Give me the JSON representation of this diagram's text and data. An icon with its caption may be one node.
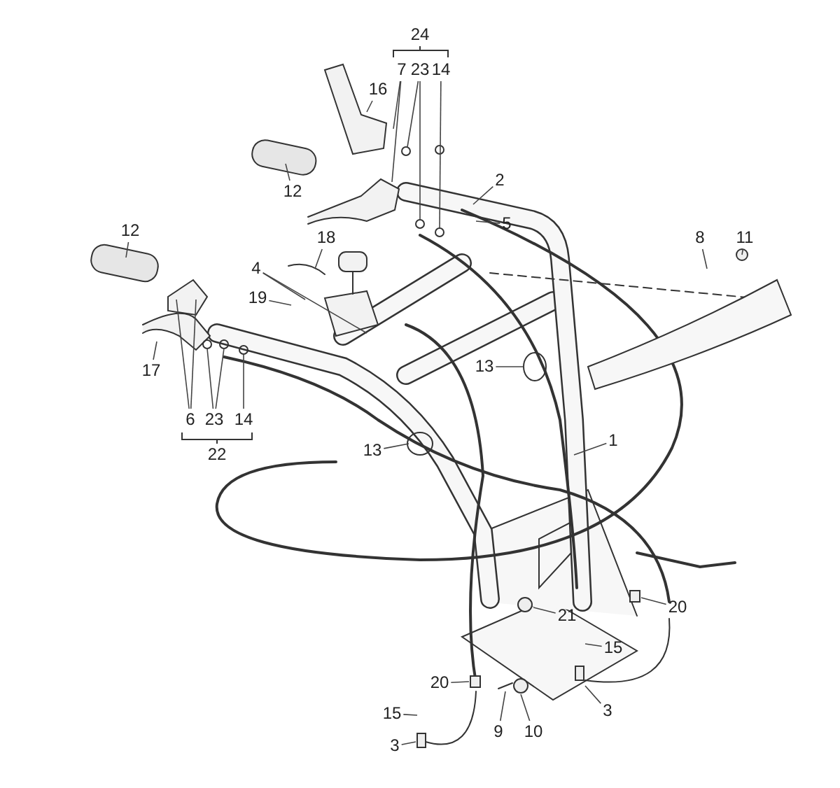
{
  "diagram": {
    "nodes": [
      {
        "text": [
          "7"
        ]
      },
      {
        "text": [
          "23"
        ]
      },
      {
        "text": [
          "14"
        ]
      },
      {
        "text": [
          "16"
        ]
      },
      {
        "text": [
          "2"
        ]
      },
      {
        "text": [
          "12"
        ]
      },
      {
        "text": [
          "5"
        ]
      },
      {
        "text": [
          "8"
        ]
      },
      {
        "text": [
          "11"
        ]
      },
      {
        "text": [
          "12"
        ]
      },
      {
        "text": [
          "18"
        ]
      },
      {
        "text": [
          "4"
        ]
      },
      {
        "text": [
          "19"
        ]
      },
      {
        "text": [
          "13"
        ]
      },
      {
        "text": [
          "17"
        ]
      },
      {
        "text": [
          "6"
        ]
      },
      {
        "text": [
          "23"
        ]
      },
      {
        "text": [
          "14"
        ]
      },
      {
        "text": [
          "13"
        ]
      },
      {
        "text": [
          "1"
        ]
      },
      {
        "text": [
          "21"
        ]
      },
      {
        "text": [
          "20"
        ]
      },
      {
        "text": [
          "15"
        ]
      },
      {
        "text": [
          "3"
        ]
      },
      {
        "text": [
          "20"
        ]
      },
      {
        "text": [
          "15"
        ]
      },
      {
        "text": [
          "9"
        ]
      },
      {
        "text": [
          "10"
        ]
      },
      {
        "text": [
          "3"
        ]
      }
    ],
    "edges": [
      {
        "from": 0,
        "to": null,
        "arrow": "none"
      },
      {
        "from": 0,
        "to": null,
        "arrow": "none"
      },
      {
        "from": 1,
        "to": null,
        "arrow": "none"
      },
      {
        "from": 1,
        "to": null,
        "arrow": "none"
      },
      {
        "from": 2,
        "to": null,
        "arrow": "none"
      },
      {
        "from": 3,
        "to": null,
        "arrow": "none"
      },
      {
        "from": 4,
        "to": null,
        "arrow": "none"
      },
      {
        "from": 5,
        "to": null,
        "arrow": "none"
      },
      {
        "from": 6,
        "to": null,
        "arrow": "none"
      },
      {
        "from": 7,
        "to": null,
        "arrow": "none"
      },
      {
        "from": 8,
        "to": null,
        "arrow": "none"
      },
      {
        "from": 9,
        "to": null,
        "arrow": "none"
      },
      {
        "from": 10,
        "to": null,
        "arrow": "none"
      },
      {
        "from": 11,
        "to": null,
        "arrow": "none"
      },
      {
        "from": 11,
        "to": null,
        "arrow": "none"
      },
      {
        "from": 12,
        "to": null,
        "arrow": "none"
      },
      {
        "from": 13,
        "to": null,
        "arrow": "none"
      },
      {
        "from": 14,
        "to": null,
        "arrow": "none"
      },
      {
        "from": 15,
        "to": null,
        "arrow": "none"
      },
      {
        "from": 15,
        "to": null,
        "arrow": "none"
      },
      {
        "from": 16,
        "to": null,
        "arrow": "none"
      },
      {
        "from": 16,
        "to": null,
        "arrow": "none"
      },
      {
        "from": 17,
        "to": null,
        "arrow": "none"
      },
      {
        "from": 18,
        "to": null,
        "arrow": "none"
      },
      {
        "from": 19,
        "to": null,
        "arrow": "none"
      },
      {
        "from": 20,
        "to": null,
        "arrow": "none"
      },
      {
        "from": 21,
        "to": null,
        "arrow": "none"
      },
      {
        "from": 22,
        "to": null,
        "arrow": "none"
      },
      {
        "from": 23,
        "to": null,
        "arrow": "none"
      },
      {
        "from": 24,
        "to": null,
        "arrow": "none"
      },
      {
        "from": 25,
        "to": null,
        "arrow": "none"
      },
      {
        "from": 26,
        "to": null,
        "arrow": "none"
      },
      {
        "from": 27,
        "to": null,
        "arrow": "none"
      },
      {
        "from": 28,
        "to": null,
        "arrow": "none"
      }
    ],
    "labels": [
      "24",
      "22"
    ]
  }
}
